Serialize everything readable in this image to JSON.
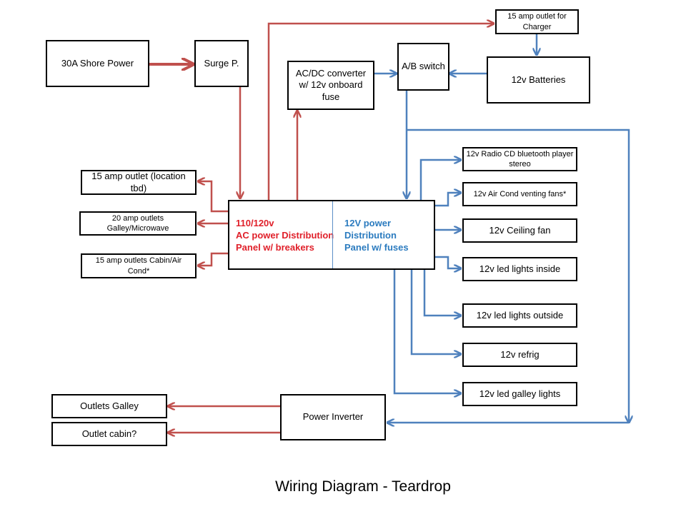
{
  "colors": {
    "ac_wire": "#c0504d",
    "dc_wire": "#4f81bd",
    "ac_text": "#e0202a",
    "dc_text": "#2b7bbf"
  },
  "boxes": {
    "shore_power": "30A Shore Power",
    "surge": "Surge P.",
    "acdc": "AC/DC converter w/ 12v onboard fuse",
    "ab_switch": "A/B switch",
    "charger_outlet": "15 amp outlet for Charger",
    "batteries": "12v Batteries",
    "outlet_tbd": "15 amp outlet (location tbd)",
    "outlets_galley_microwave": "20 amp outlets Galley/Microwave",
    "outlets_cabin_aircond": "15 amp outlets Cabin/Air Cond*",
    "radio": "12v Radio CD bluetooth player stereo",
    "aircond_fans": "12v Air Cond venting fans*",
    "ceiling_fan": "12v Ceiling fan",
    "led_inside": "12v led lights inside",
    "led_outside": "12v led lights outside",
    "refrig": "12v refrig",
    "led_galley": "12v led galley lights",
    "power_inverter": "Power Inverter",
    "outlets_galley": "Outlets Galley",
    "outlet_cabin": "Outlet cabin?"
  },
  "panel": {
    "ac_line1": "110/120v",
    "ac_line2": "AC power Distribution",
    "ac_line3": "Panel w/ breakers",
    "dc_line1": "12V power",
    "dc_line2": "Distribution",
    "dc_line3": "Panel w/ fuses"
  },
  "caption": "Wiring Diagram - Teardrop"
}
